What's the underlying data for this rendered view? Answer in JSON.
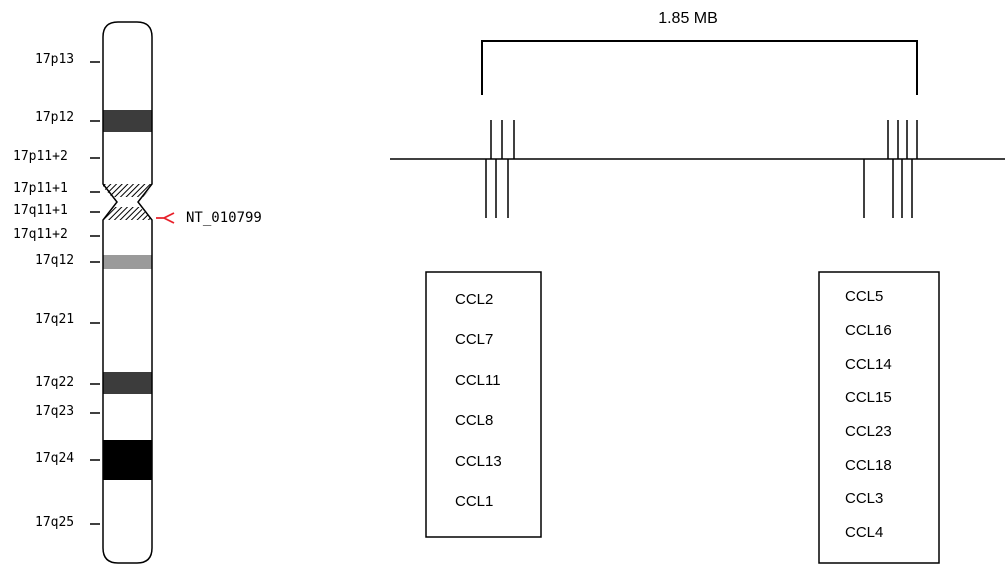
{
  "ideogram": {
    "bands": [
      {
        "label": "17p13"
      },
      {
        "label": "17p12"
      },
      {
        "label": "17p11+2"
      },
      {
        "label": "17p11+1"
      },
      {
        "label": "17q11+1"
      },
      {
        "label": "17q11+2"
      },
      {
        "label": "17q12"
      },
      {
        "label": "17q21"
      },
      {
        "label": "17q22"
      },
      {
        "label": "17q23"
      },
      {
        "label": "17q24"
      },
      {
        "label": "17q25"
      }
    ],
    "contig_marker": "NT_010799",
    "marker_color": "#e8202a"
  },
  "map": {
    "scale_label": "1.85 MB",
    "left_cluster": {
      "genes": [
        "CCL2",
        "CCL7",
        "CCL11",
        "CCL8",
        "CCL13",
        "CCL1"
      ]
    },
    "right_cluster": {
      "genes": [
        "CCL5",
        "CCL16",
        "CCL14",
        "CCL15",
        "CCL23",
        "CCL18",
        "CCL3",
        "CCL4"
      ]
    }
  }
}
